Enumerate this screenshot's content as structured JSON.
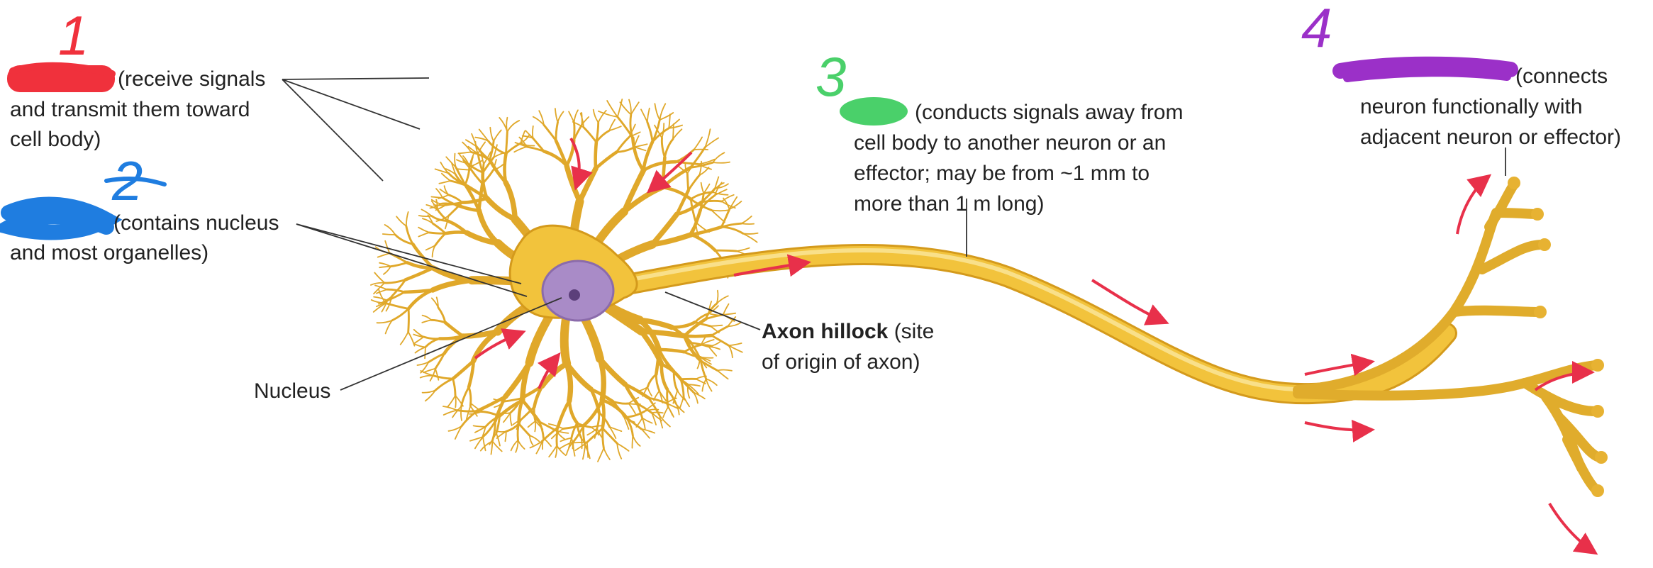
{
  "labels": {
    "dendrites": {
      "line1": "(receive signals",
      "line2": "and transmit them toward",
      "line3": "cell body)"
    },
    "cell_body": {
      "line1": "(contains nucleus",
      "line2": "and most organelles)"
    },
    "nucleus": "Nucleus",
    "axon": {
      "line1": "(conducts signals away from",
      "line2": "cell body to another neuron or an",
      "line3": "effector; may be from ~1 mm to",
      "line4": "more than 1 m long)"
    },
    "axon_hillock": {
      "term": "Axon hillock",
      "rest": " (site",
      "line2": "of origin of axon)"
    },
    "terminals": {
      "line1": "(connects",
      "line2": "neuron functionally with",
      "line3": "adjacent neuron or effector)"
    }
  },
  "handwritten_numbers": [
    "1",
    "2",
    "3",
    "4"
  ],
  "colors": {
    "neuron_fill": "#f2c33c",
    "neuron_outline": "#d49a1c",
    "nucleus_fill": "#a98bc7",
    "nucleolus": "#5c3f7a",
    "signal_arrow": "#e8304a",
    "redaction_1": "#f0313c",
    "redaction_2": "#1f7de0",
    "redaction_3": "#4ad06a",
    "redaction_4": "#9b30c8",
    "leader_line": "#333333"
  }
}
